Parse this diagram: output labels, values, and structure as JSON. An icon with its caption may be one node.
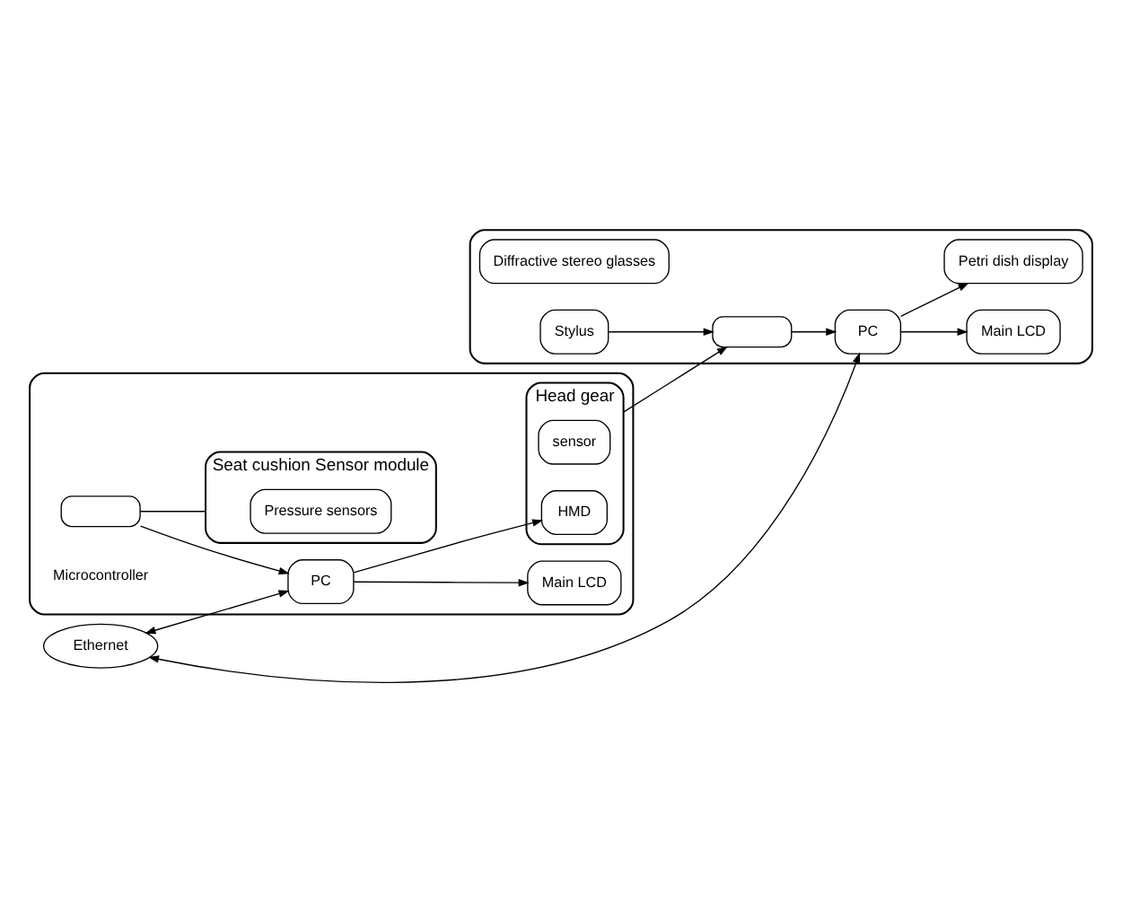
{
  "diagram": {
    "nodes": [
      {
        "text": [],
        "shape": "box"
      },
      {
        "text": [
          "PC"
        ],
        "in": 0
      },
      {
        "text": [
          "Main LCD"
        ],
        "in": 0
      },
      {
        "text": [
          "Petri dish display"
        ],
        "in": 0
      },
      {
        "text": [
          "Diffractive stereo glasses"
        ],
        "in": 0
      },
      {
        "text": [],
        "shape": "box",
        "in": 0
      },
      {
        "text": [
          "Stylus"
        ],
        "in": 0
      },
      {
        "text": [
          "Ethernet"
        ]
      },
      {
        "text": [],
        "shape": "box"
      },
      {
        "text": [
          "Main LCD"
        ],
        "in": 8
      },
      {
        "text": [
          "Head gear"
        ],
        "in": 8
      },
      {
        "text": [
          "sensor"
        ],
        "in": 10
      },
      {
        "text": [
          "HMD"
        ],
        "in": 10
      },
      {
        "text": [
          "PC"
        ],
        "in": 8
      },
      {
        "text": [],
        "shape": "box",
        "beside": [
          "Microcontroller"
        ],
        "in": 8
      },
      {
        "text": [
          "Seat cushion Sensor module"
        ],
        "in": 8
      },
      {
        "text": [
          "Pressure sensors"
        ],
        "in": 15
      }
    ],
    "edges": [
      {
        "from": 1,
        "to": 2,
        "arrow": "to"
      },
      {
        "from": 1,
        "to": 3,
        "arrow": "to"
      },
      {
        "from": 5,
        "to": 1,
        "arrow": "to"
      },
      {
        "from": 6,
        "to": 5,
        "arrow": "to"
      },
      {
        "from": 7,
        "to": 1,
        "arrow": "both"
      },
      {
        "from": 10,
        "to": 5,
        "arrow": "to"
      },
      {
        "from": 13,
        "to": 9,
        "arrow": "to"
      },
      {
        "from": 13,
        "to": 12,
        "arrow": "to"
      },
      {
        "from": 7,
        "to": 13,
        "arrow": "both"
      },
      {
        "from": 14,
        "to": 13,
        "arrow": "to"
      },
      {
        "from": 14,
        "to": 15,
        "arrow": "none"
      }
    ]
  }
}
